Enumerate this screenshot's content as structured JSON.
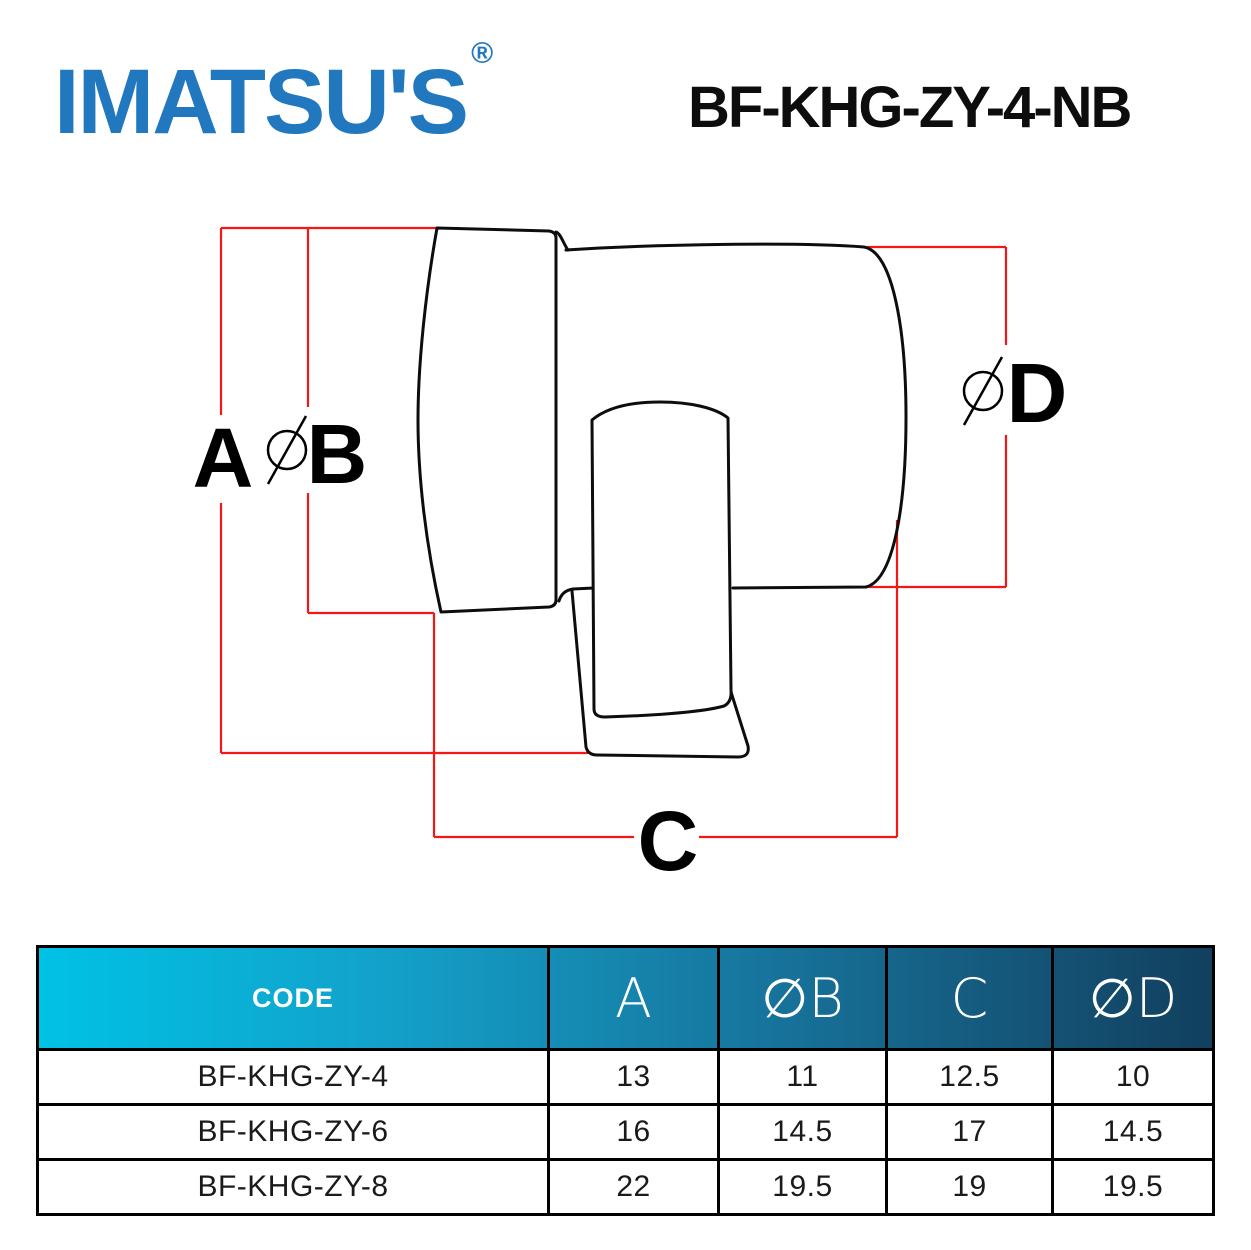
{
  "brand": {
    "logo_text": "IMATSU'S",
    "registered_mark": "®",
    "logo_color": "#2178bf"
  },
  "product_code": "BF-KHG-ZY-4-NB",
  "drawing": {
    "labels": {
      "a": "A",
      "b": "B",
      "c": "C",
      "d": "D"
    },
    "dimension_line_color": "#f51616",
    "outline_color": "#0d0d0d"
  },
  "table": {
    "header": {
      "code": "CODE",
      "a": "A",
      "b": "∅B",
      "c": "C",
      "d": "∅D"
    },
    "rows": [
      {
        "code": "BF-KHG-ZY-4",
        "a": "13",
        "b": "11",
        "c": "12.5",
        "d": "10"
      },
      {
        "code": "BF-KHG-ZY-6",
        "a": "16",
        "b": "14.5",
        "c": "17",
        "d": "14.5"
      },
      {
        "code": "BF-KHG-ZY-8",
        "a": "22",
        "b": "19.5",
        "c": "19",
        "d": "19.5"
      }
    ],
    "gradient": {
      "start": "#00c2e5",
      "end": "#123f5e"
    }
  }
}
